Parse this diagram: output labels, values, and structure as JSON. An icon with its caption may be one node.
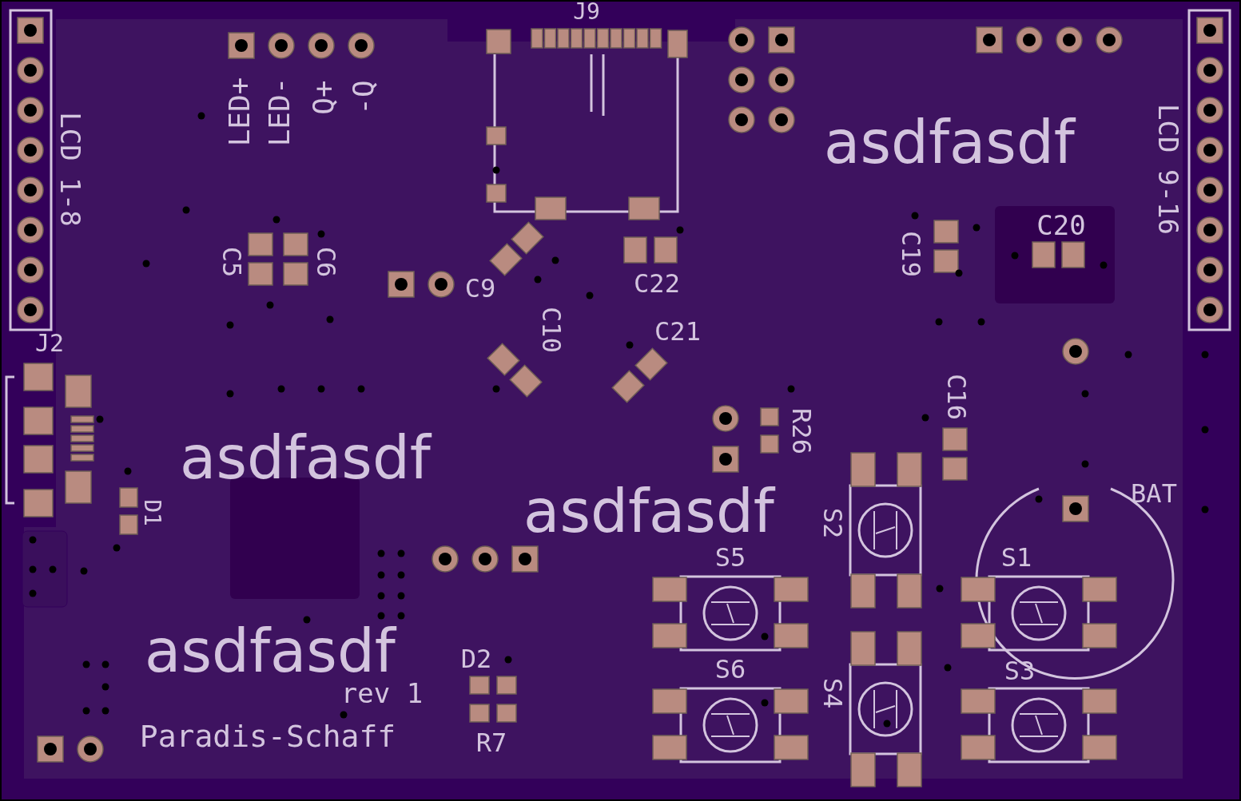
{
  "diagram": {
    "labels": [
      "J9",
      "LED+",
      "LED-",
      "Q+",
      "-Q",
      "LCD 1-8",
      "asdfasdf",
      "LCD 9-16",
      "C20",
      "C19",
      "C5",
      "C6",
      "C9",
      "C22",
      "C10",
      "C21",
      "J2",
      "R26",
      "C16",
      "asdfasdf",
      "D1",
      "asdfasdf",
      "BAT",
      "S2",
      "S5",
      "S1",
      "asdfasdf",
      "D2",
      "S6",
      "S4",
      "S3",
      "rev 1",
      "Paradis-Schaff",
      "R7"
    ]
  }
}
